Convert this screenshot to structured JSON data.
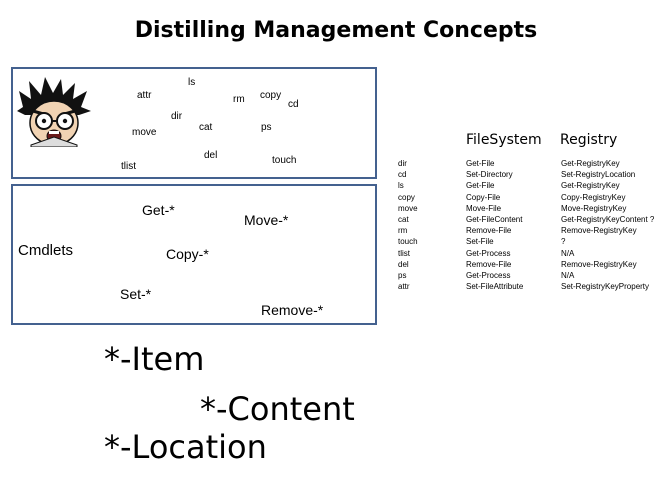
{
  "title": "Distilling Management Concepts",
  "commands_cloud": [
    "ls",
    "attr",
    "rm",
    "copy",
    "cd",
    "dir",
    "cat",
    "ps",
    "move",
    "del",
    "touch",
    "tlist"
  ],
  "cmdlet_label": "Cmdlets",
  "cmdlets": [
    "Get-*",
    "Move-*",
    "Copy-*",
    "Set-*",
    "Remove-*"
  ],
  "table": {
    "headers": [
      "FileSystem",
      "Registry"
    ],
    "rows": [
      {
        "cmd": "dir",
        "fs": "Get-File",
        "reg": "Get-RegistryKey"
      },
      {
        "cmd": "cd",
        "fs": "Set-Directory",
        "reg": "Set-RegistryLocation"
      },
      {
        "cmd": "ls",
        "fs": "Get-File",
        "reg": "Get-RegistryKey"
      },
      {
        "cmd": "copy",
        "fs": "Copy-File",
        "reg": "Copy-RegistryKey"
      },
      {
        "cmd": "move",
        "fs": "Move-File",
        "reg": "Move-RegistryKey"
      },
      {
        "cmd": "cat",
        "fs": "Get-FileContent",
        "reg": "Get-RegistryKeyContent ?"
      },
      {
        "cmd": "rm",
        "fs": "Remove-File",
        "reg": "Remove-RegistryKey"
      },
      {
        "cmd": "touch",
        "fs": "Set-File",
        "reg": "?"
      },
      {
        "cmd": "tlist",
        "fs": "Get-Process",
        "reg": "N/A"
      },
      {
        "cmd": "del",
        "fs": "Remove-File",
        "reg": "Remove-RegistryKey"
      },
      {
        "cmd": "ps",
        "fs": "Get-Process",
        "reg": "N/A"
      },
      {
        "cmd": "attr",
        "fs": "Set-FileAttribute",
        "reg": "Set-RegistryKeyProperty"
      }
    ]
  },
  "nouns": [
    "*-Item",
    "*-Content",
    "*-Location"
  ],
  "colors": {
    "box_border": "#44618f"
  },
  "icons": [
    "screaming-man-icon"
  ]
}
